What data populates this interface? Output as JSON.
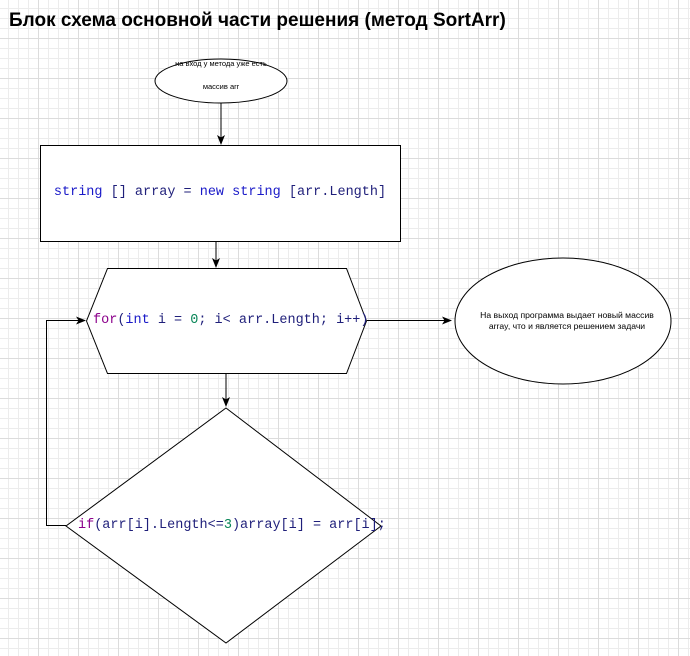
{
  "title": "Блок схема основной части решения (метод SortArr)",
  "start_node": {
    "line1": "на вход у метода уже есть",
    "line2": "массив arr"
  },
  "process_node": {
    "kw_string": "string",
    "rest1": " [] array = ",
    "kw_new": "new",
    "space": " ",
    "kw_string2": "string",
    "rest2": " [arr.Length]"
  },
  "loop_node": {
    "kw_for": "for",
    "paren": "(",
    "kw_int": "int",
    "part1": " i = ",
    "zero": "0",
    "part2": "; i< arr.Length; i++)"
  },
  "condition_node": {
    "kw_if": "if",
    "part1": "(arr[i].Length<=",
    "three": "3",
    "part2": ")array[i] = arr[i];"
  },
  "end_node": {
    "line1": "На выход программа выдает новый массив",
    "line2": "array, что и является решением задачи"
  },
  "colors": {
    "keyword_blue": "#1a1ac8",
    "keyword_purple": "#8b008b",
    "number_green": "#098658",
    "grid": "#dcdcdc"
  }
}
